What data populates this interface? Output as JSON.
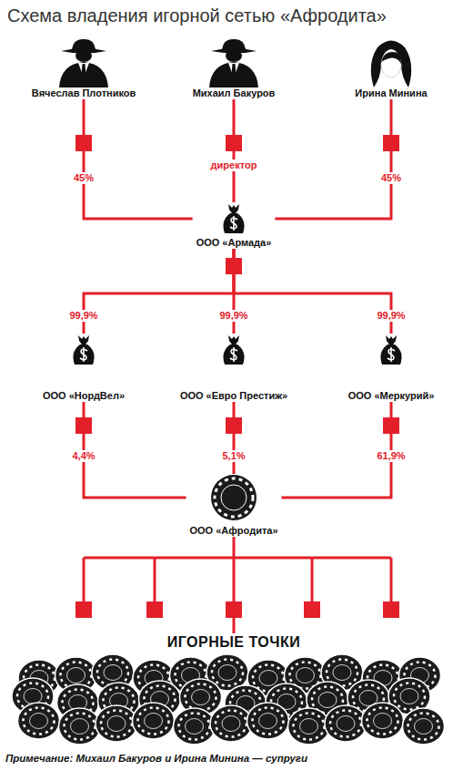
{
  "diagram": {
    "title": "Схема владения игорной сетью «Афродита»",
    "caption": "Примечание: Михаил Бакуров и Ирина Минина — супруги",
    "nodes": [
      {
        "text": [
          "Вячеслав Плотников"
        ]
      },
      {
        "text": [
          "Михаил Бакуров"
        ]
      },
      {
        "text": [
          "Ирина Минина"
        ]
      },
      {
        "text": [
          "ООО «Армада»"
        ]
      },
      {
        "text": [
          "ООО «НордВел»"
        ]
      },
      {
        "text": [
          "ООО «Евро Престиж»"
        ]
      },
      {
        "text": [
          "ООО «Меркурий»"
        ]
      },
      {
        "text": [
          "ООО «Афродита»"
        ]
      },
      {
        "text": [
          "ИГОРНЫЕ ТОЧКИ"
        ]
      }
    ],
    "edges": [
      {
        "from": 0,
        "to": 3,
        "label": "45%",
        "arrow": "none"
      },
      {
        "from": 1,
        "to": 3,
        "label": "директор",
        "arrow": "none"
      },
      {
        "from": 2,
        "to": 3,
        "label": "45%",
        "arrow": "none"
      },
      {
        "from": 3,
        "to": 4,
        "label": "99,9%",
        "arrow": "none"
      },
      {
        "from": 3,
        "to": 5,
        "label": "99,9%",
        "arrow": "none"
      },
      {
        "from": 3,
        "to": 6,
        "label": "99,9%",
        "arrow": "none"
      },
      {
        "from": 4,
        "to": 7,
        "label": "4,4%",
        "arrow": "none"
      },
      {
        "from": 5,
        "to": 7,
        "label": "5,1%",
        "arrow": "none"
      },
      {
        "from": 6,
        "to": 7,
        "label": "61,9%",
        "arrow": "none"
      },
      {
        "from": 7,
        "to": 8,
        "arrow": "none"
      }
    ]
  }
}
